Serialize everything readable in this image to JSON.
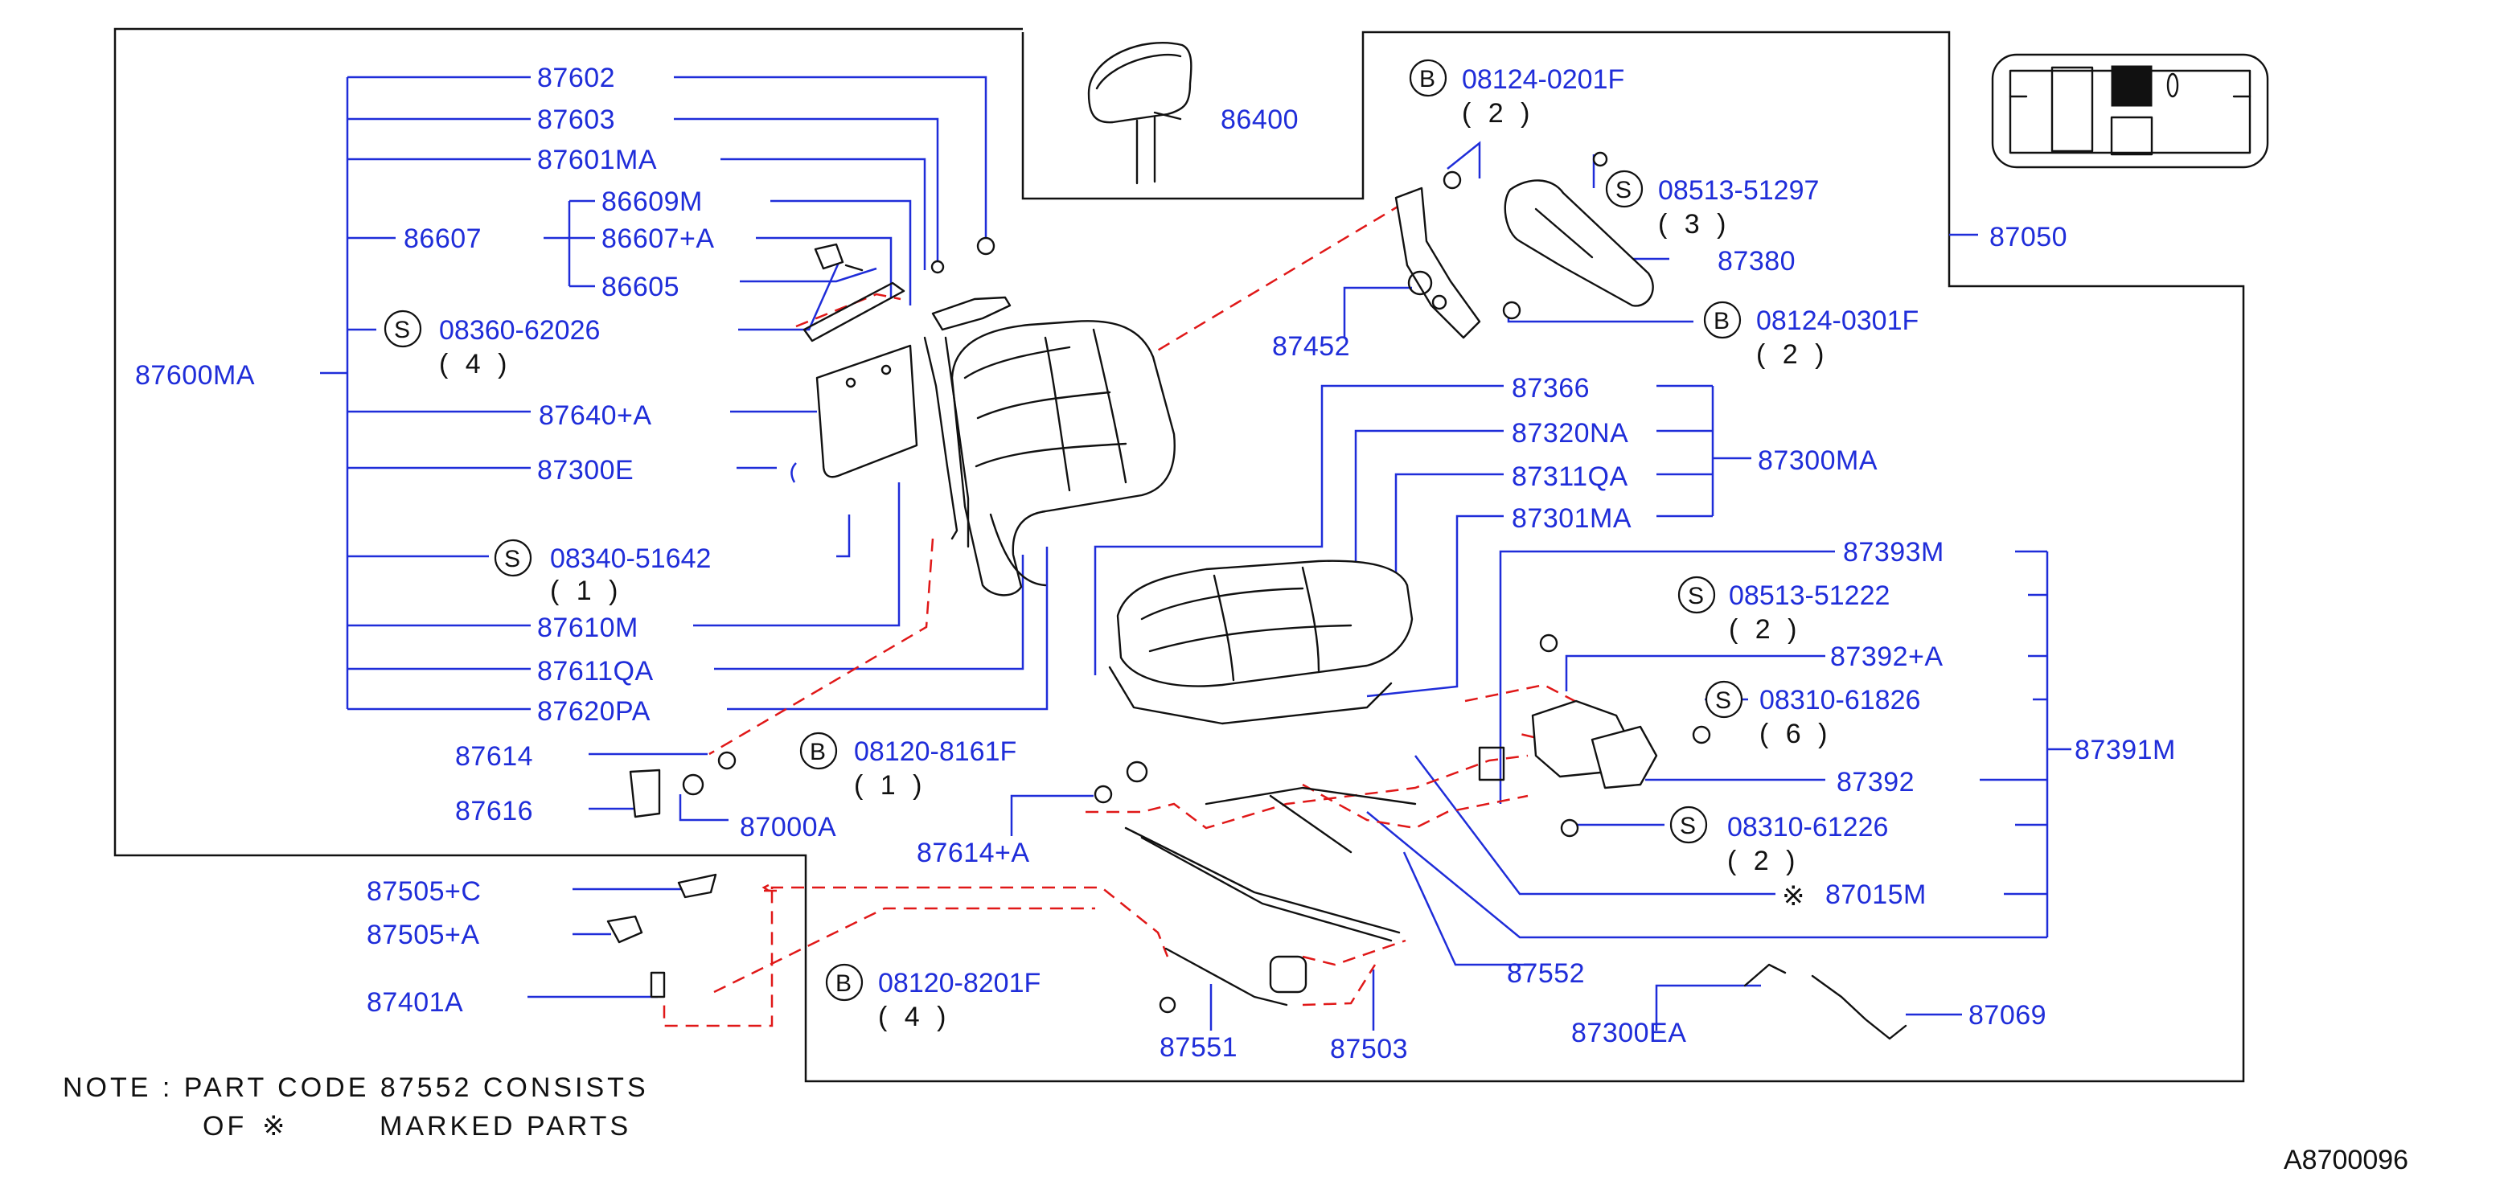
{
  "figure_code": "A8700096",
  "note": {
    "line1": "NOTE  :  PART  CODE  87552  CONSISTS",
    "line2_prefix": "OF",
    "line2_suffix": "MARKED  PARTS"
  },
  "labels": {
    "l87602": "87602",
    "l87603": "87603",
    "l87601MA": "87601MA",
    "l86609M": "86609M",
    "l86607A": "86607+A",
    "l86607": "86607",
    "l86605": "86605",
    "l87600MA": "87600MA",
    "l87640A": "87640+A",
    "l87300E": "87300E",
    "l87610M": "87610M",
    "l87611QA": "87611QA",
    "l87620PA": "87620PA",
    "l87614": "87614",
    "l87616": "87616",
    "l87000A": "87000A",
    "l87614A": "87614+A",
    "l86400": "86400",
    "l87452": "87452",
    "l87380": "87380",
    "l87050": "87050",
    "l87366": "87366",
    "l87320NA": "87320NA",
    "l87311QA": "87311QA",
    "l87301MA": "87301MA",
    "l87300MA": "87300MA",
    "l87393M": "87393M",
    "l87392A": "87392+A",
    "l87392": "87392",
    "l87391M": "87391M",
    "l87015M": "87015M",
    "l87505C": "87505+C",
    "l87505A": "87505+A",
    "l87401A": "87401A",
    "l87552": "87552",
    "l87551": "87551",
    "l87503": "87503",
    "l87300EA": "87300EA",
    "l87069": "87069"
  },
  "fasteners": {
    "f1": {
      "prefix": "S",
      "code": "08360-62026",
      "qty": "( 4 )"
    },
    "f2": {
      "prefix": "S",
      "code": "08340-51642",
      "qty": "( 1 )"
    },
    "f3": {
      "prefix": "B",
      "code": "08120-8161F",
      "qty": "( 1 )"
    },
    "f4": {
      "prefix": "B",
      "code": "08124-0201F",
      "qty": "( 2 )"
    },
    "f5": {
      "prefix": "S",
      "code": "08513-51297",
      "qty": "( 3 )"
    },
    "f6": {
      "prefix": "B",
      "code": "08124-0301F",
      "qty": "( 2 )"
    },
    "f7": {
      "prefix": "S",
      "code": "08513-51222",
      "qty": "( 2 )"
    },
    "f8": {
      "prefix": "S",
      "code": "08310-61826",
      "qty": "( 6 )"
    },
    "f9": {
      "prefix": "S",
      "code": "08310-61226",
      "qty": "( 2 )"
    },
    "f10": {
      "prefix": "B",
      "code": "08120-8201F",
      "qty": "( 4 )"
    }
  },
  "marked_symbol": "※",
  "colors": {
    "label_blue": "#1f2dd9",
    "dash_red": "#e01818",
    "line_black": "#111111"
  }
}
